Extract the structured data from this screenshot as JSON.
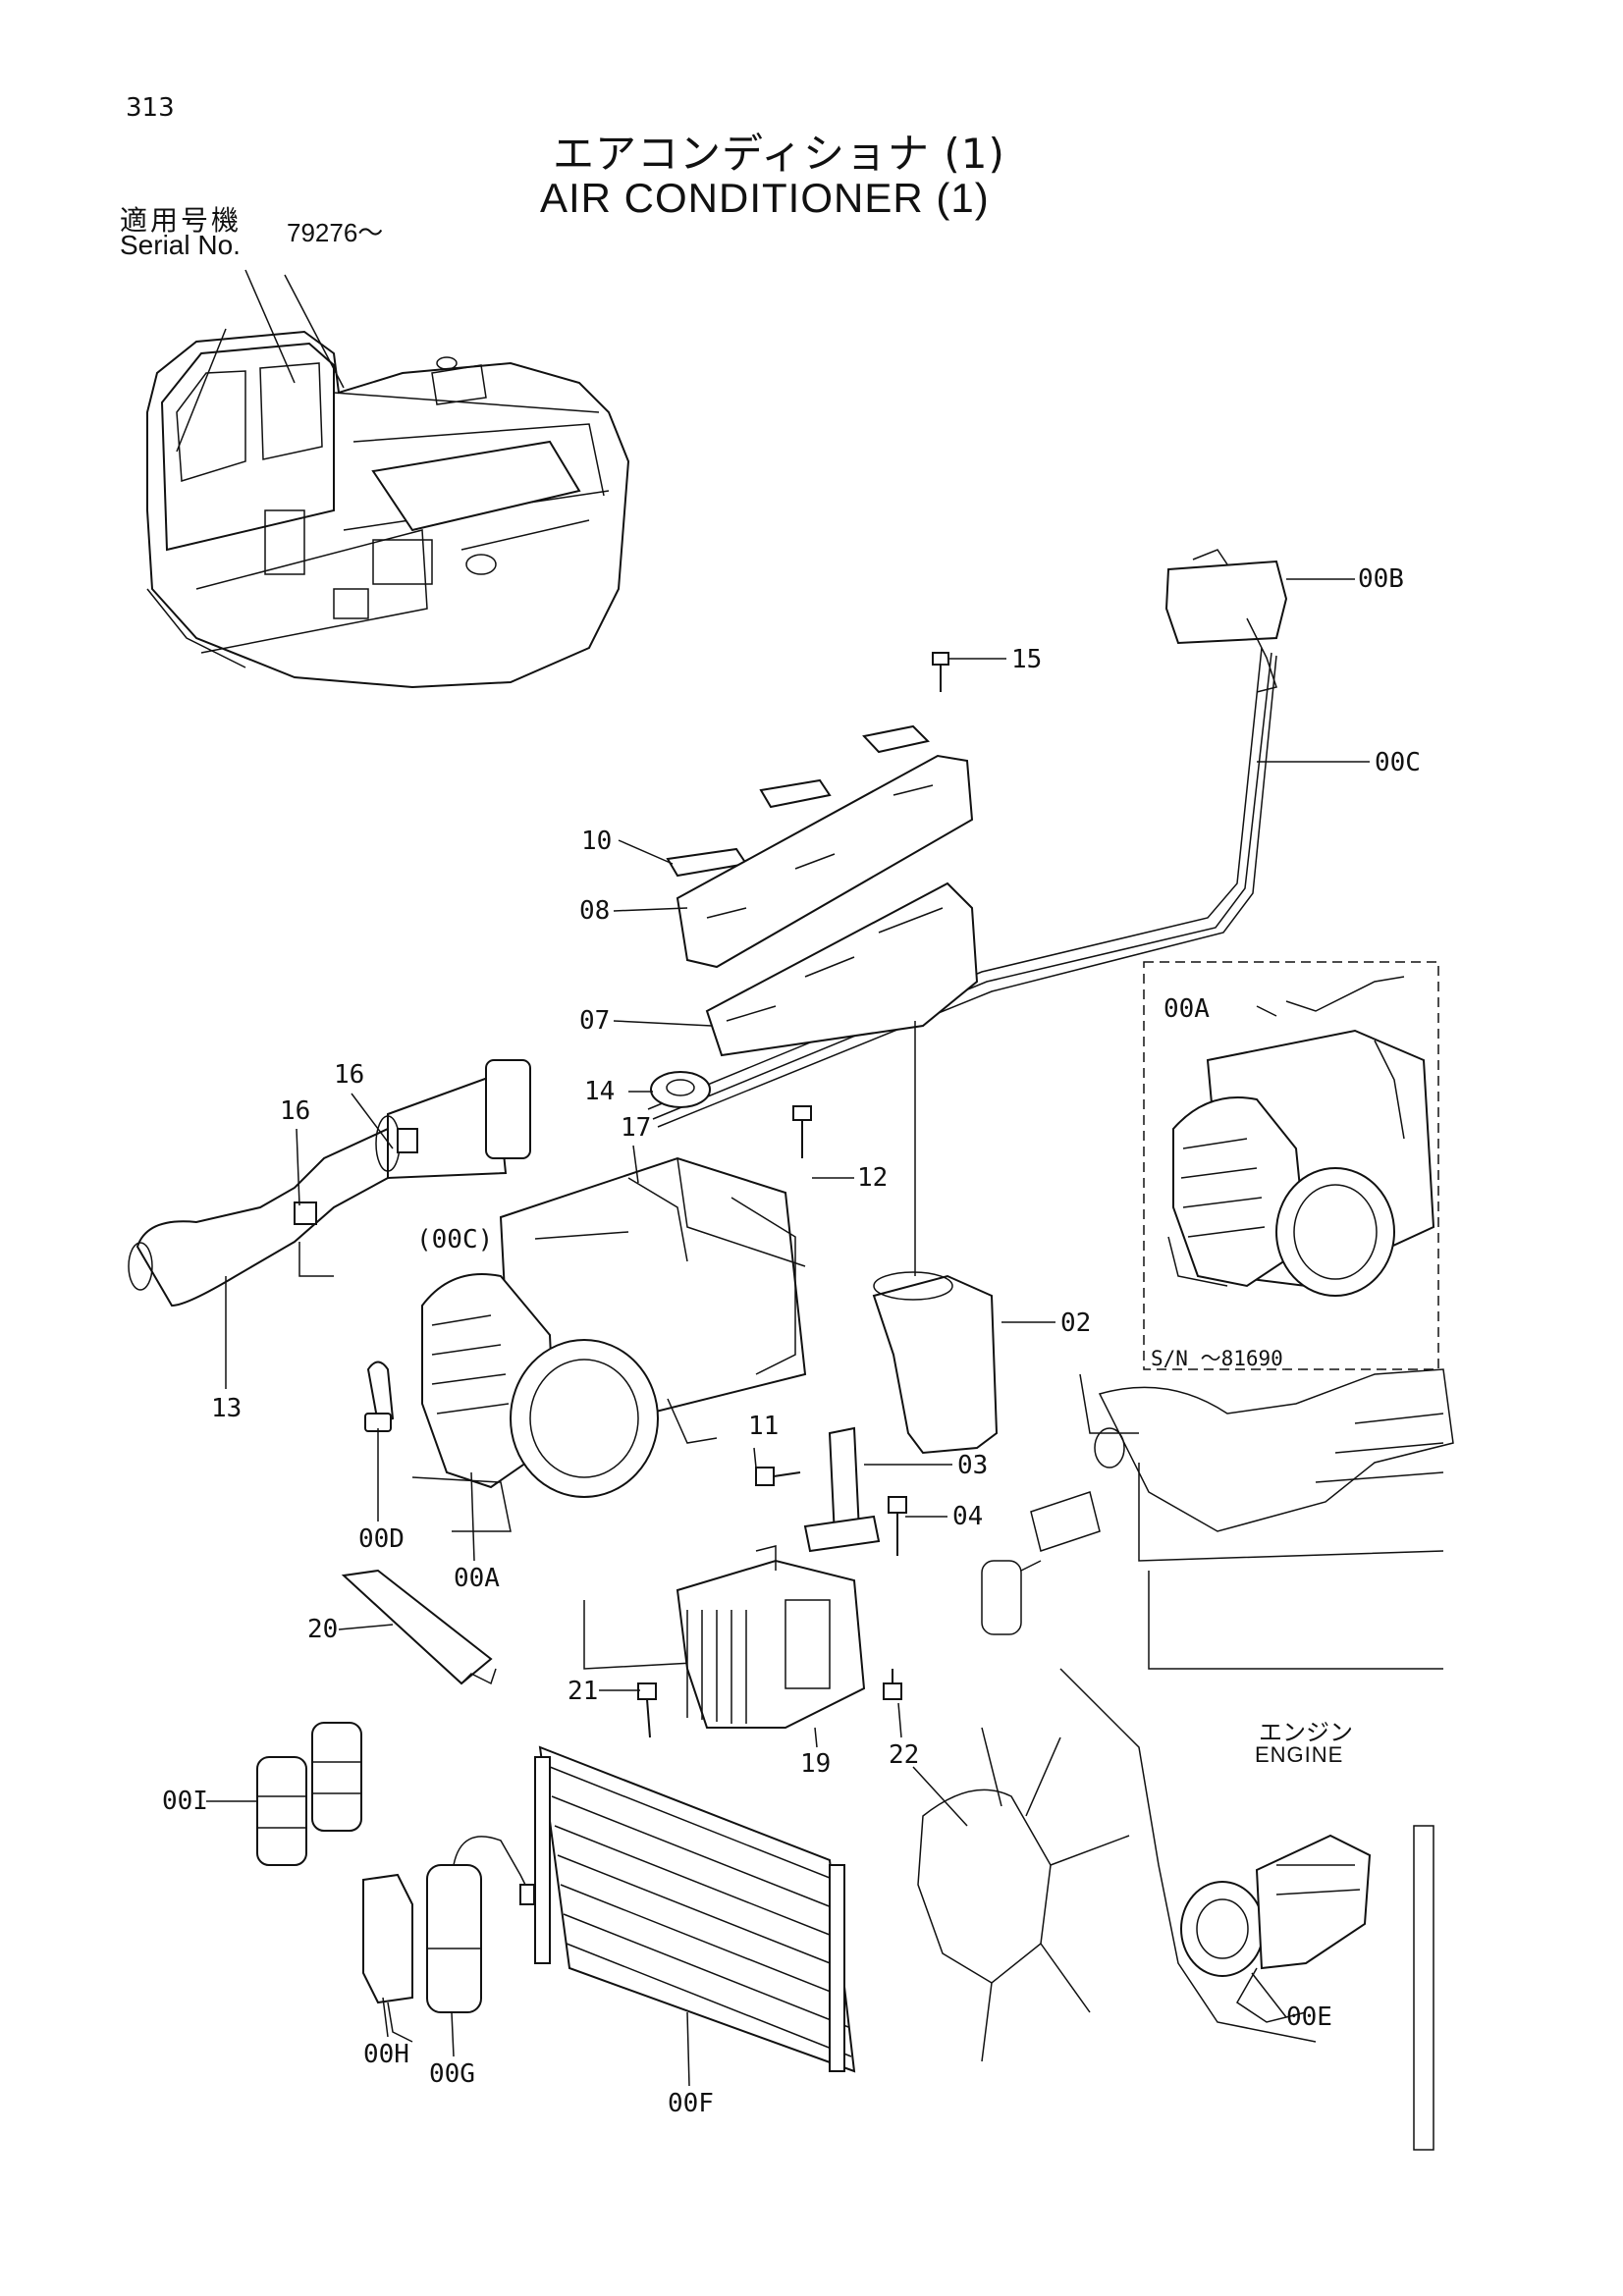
{
  "page_number": "313",
  "title_jp": "エアコンディショナ (1)",
  "title_en": "AIR CONDITIONER (1)",
  "serial": {
    "label_jp": "適用号機",
    "label_en": "Serial No.",
    "value": "79276～"
  },
  "inset_note": "S/N ～81690",
  "engine_label": {
    "jp": "エンジン",
    "en": "ENGINE"
  },
  "callouts": {
    "00A": "00A",
    "00A_inset": "00A",
    "00B": "00B",
    "00C": "00C",
    "00C_paren": "(00C)",
    "00D": "00D",
    "00E": "00E",
    "00F": "00F",
    "00G": "00G",
    "00H": "00H",
    "00I": "00I",
    "02": "02",
    "03": "03",
    "04": "04",
    "07": "07",
    "08": "08",
    "10": "10",
    "11": "11",
    "12": "12",
    "13": "13",
    "14": "14",
    "15": "15",
    "16a": "16",
    "16b": "16",
    "17": "17",
    "19": "19",
    "20": "20",
    "21": "21",
    "22": "22"
  }
}
